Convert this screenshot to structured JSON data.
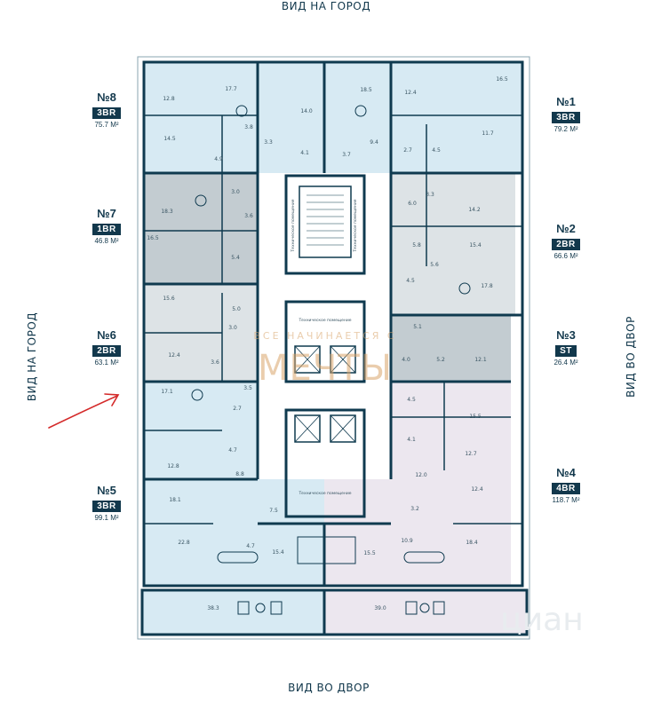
{
  "views": {
    "top": "ВИД НА ГОРОД",
    "bottom": "ВИД ВО ДВОР",
    "left": "ВИД НА ГОРОД",
    "right": "ВИД ВО ДВОР"
  },
  "units": [
    {
      "num": "№8",
      "type": "3BR",
      "area": "75.7 М²"
    },
    {
      "num": "№7",
      "type": "1BR",
      "area": "46.8 М²"
    },
    {
      "num": "№6",
      "type": "2BR",
      "area": "63.1 М²"
    },
    {
      "num": "№5",
      "type": "3BR",
      "area": "99.1 М²"
    },
    {
      "num": "№1",
      "type": "3BR",
      "area": "79.2 М²"
    },
    {
      "num": "№2",
      "type": "2BR",
      "area": "66.6 М²"
    },
    {
      "num": "№3",
      "type": "ST",
      "area": "26.4 М²"
    },
    {
      "num": "№4",
      "type": "4BR",
      "area": "118.7 М²"
    }
  ],
  "tech_room": "Техническое помещение",
  "watermark": {
    "line1": "ВСЕ НАЧИНАЕТСЯ С",
    "line2": "МЕЧТЫ",
    "corner": "циан"
  },
  "colors": {
    "wall": "#0f3a4f",
    "blue": "#d7eaf3",
    "gray": "#c3ccd1",
    "light_gray": "#dde3e6",
    "pink": "#ece7ef",
    "arrow": "#d42a2a"
  },
  "room_areas": [
    "12.8",
    "17.7",
    "14.5",
    "3.8",
    "4.9",
    "3.3",
    "14.0",
    "18.5",
    "4.1",
    "3.7",
    "9.4",
    "12.4",
    "16.5",
    "11.7",
    "2.7",
    "4.5",
    "18.3",
    "3.0",
    "3.6",
    "16.5",
    "5.4",
    "5.0",
    "15.6",
    "12.4",
    "3.0",
    "3.6",
    "17.1",
    "3.5",
    "2.7",
    "12.8",
    "4.7",
    "8.8",
    "6.0",
    "3.3",
    "14.2",
    "5.8",
    "15.4",
    "5.6",
    "4.5",
    "17.8",
    "5.1",
    "4.0",
    "5.2",
    "12.1",
    "4.5",
    "15.5",
    "4.1",
    "12.7",
    "12.0",
    "12.4",
    "18.1",
    "7.5",
    "3.2",
    "22.8",
    "4.7",
    "15.4",
    "15.5",
    "10.9",
    "18.4",
    "38.3",
    "39.0"
  ]
}
